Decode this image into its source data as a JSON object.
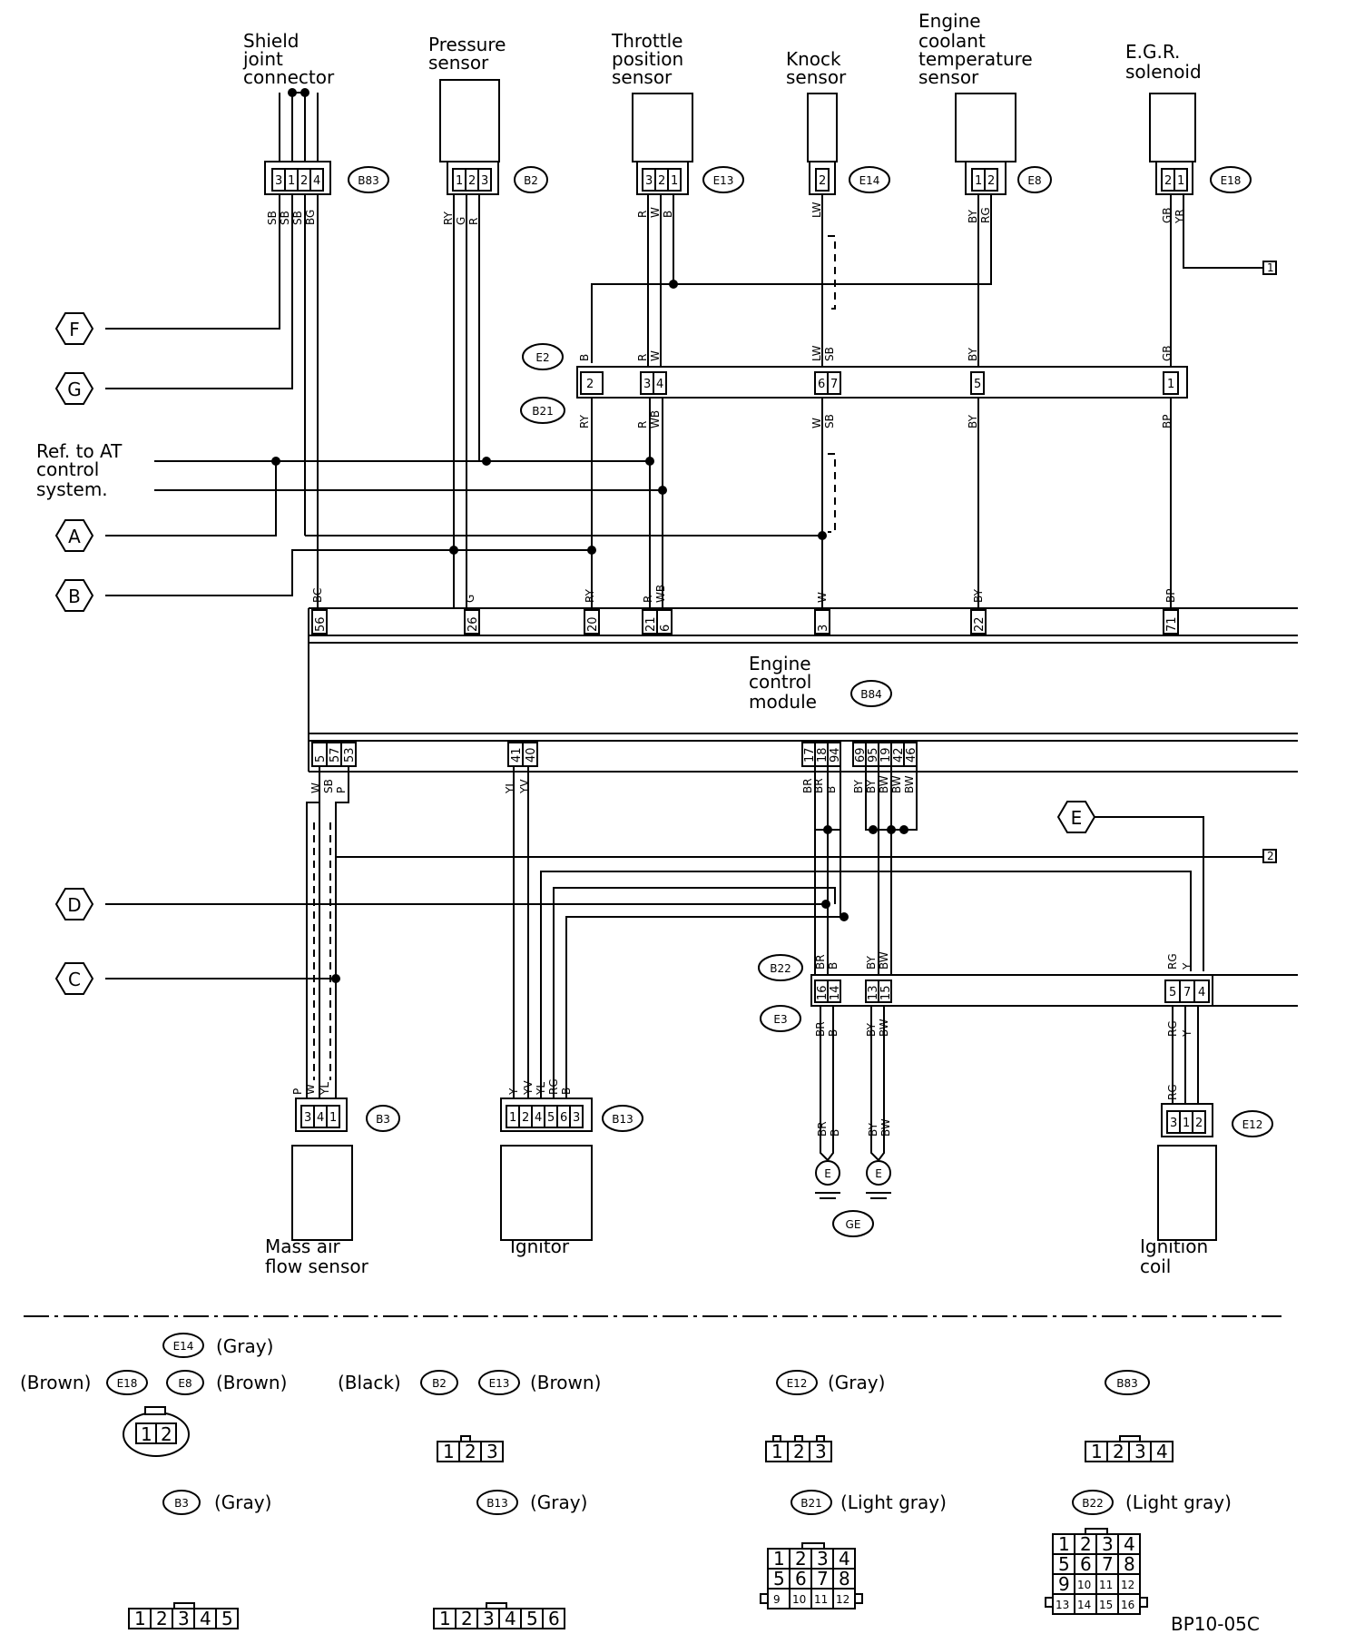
{
  "components": {
    "shield": [
      "Shield",
      "joint",
      "connector"
    ],
    "pressure": [
      "Pressure",
      "sensor"
    ],
    "throttle": [
      "Throttle",
      "position",
      "sensor"
    ],
    "knock": [
      "Knock",
      "sensor"
    ],
    "coolant": [
      "Engine",
      "coolant",
      "temperature",
      "sensor"
    ],
    "egr": [
      "E.G.R.",
      "solenoid"
    ],
    "ecm": [
      "Engine",
      "control",
      "module"
    ],
    "maf": [
      "Mass air",
      "flow sensor"
    ],
    "ignitor": [
      "Ignitor"
    ],
    "coil": [
      "Ignition",
      "coil"
    ],
    "ref_at": [
      "Ref. to AT",
      "control",
      "system."
    ]
  },
  "connector_ids": {
    "b83": "B83",
    "b2": "B2",
    "e13": "E13",
    "e14": "E14",
    "e8": "E8",
    "e18": "E18",
    "e2": "E2",
    "b21": "B21",
    "b84": "B84",
    "b22": "B22",
    "e3": "E3",
    "b3": "B3",
    "b13": "B13",
    "e12": "E12",
    "ge": "GE"
  },
  "off_page": {
    "f": "F",
    "g": "G",
    "a": "A",
    "b": "B",
    "d": "D",
    "c": "C",
    "e": "E"
  },
  "refs": {
    "r1": "1",
    "r2": "2"
  },
  "ground": "E",
  "pins": {
    "b83": [
      "3",
      "1",
      "2",
      "4"
    ],
    "b2": [
      "1",
      "2",
      "3"
    ],
    "e13": [
      "3",
      "2",
      "1"
    ],
    "e14": [
      "2"
    ],
    "e8": [
      "1",
      "2"
    ],
    "e18": [
      "2",
      "1"
    ],
    "e2row": [
      "2",
      "3",
      "4",
      "6",
      "7",
      "5",
      "1"
    ],
    "ecm_top": [
      "56",
      "26",
      "20",
      "21",
      "6",
      "3",
      "22",
      "71"
    ],
    "ecm_bottom": [
      "5",
      "57",
      "53",
      "41",
      "40",
      "17",
      "18",
      "94",
      "69",
      "95",
      "19",
      "42",
      "46"
    ],
    "b22row": [
      "16",
      "14",
      "13",
      "15",
      "5",
      "7",
      "4"
    ],
    "b3": [
      "3",
      "4",
      "1"
    ],
    "b13": [
      "1",
      "2",
      "4",
      "5",
      "6",
      "3"
    ],
    "e12": [
      "3",
      "1",
      "2"
    ]
  },
  "wire_codes": {
    "b83": [
      "SB",
      "SB",
      "SB",
      "BG"
    ],
    "b2": [
      "RY",
      "G",
      "R"
    ],
    "e13": [
      "R",
      "W",
      "B"
    ],
    "e14": [
      "LW"
    ],
    "e8": [
      "BY",
      "RG"
    ],
    "e18": [
      "GB",
      "YR"
    ],
    "e2": [
      "B",
      "R",
      "W",
      "LW",
      "SB",
      "BY",
      "GB"
    ],
    "b21": [
      "RY",
      "R",
      "WB",
      "W",
      "SB",
      "BY",
      "BP"
    ],
    "ecm_top": [
      "BC",
      "G",
      "RY",
      "R",
      "WB",
      "W",
      "BY",
      "BP"
    ],
    "ecm_bottom": [
      "W",
      "SB",
      "P",
      "YL",
      "YV",
      "BR",
      "BR",
      "B",
      "BY",
      "BY",
      "BW",
      "BW",
      "BW"
    ],
    "b22": [
      "BR",
      "B",
      "BY",
      "BW",
      "RG",
      "Y"
    ],
    "e3": [
      "BR",
      "B",
      "BY",
      "BW",
      "RG",
      "Y"
    ],
    "b3": [
      "P",
      "W",
      "YL"
    ],
    "b13": [
      "Y",
      "YV",
      "YL",
      "RG",
      "B"
    ],
    "e12": [
      "RG"
    ],
    "ground": [
      "BR",
      "B",
      "BY",
      "BW"
    ]
  },
  "legend": {
    "e14": {
      "id": "E14",
      "color": "(Gray)"
    },
    "e18": {
      "id": "E18",
      "color": "(Brown)"
    },
    "e8": {
      "id": "E8",
      "color": "(Brown)"
    },
    "b2": {
      "id": "B2",
      "color": "(Black)"
    },
    "e13": {
      "id": "E13",
      "color": "(Brown)"
    },
    "e12": {
      "id": "E12",
      "color": "(Gray)"
    },
    "b83": {
      "id": "B83"
    },
    "b3": {
      "id": "B3",
      "color": "(Gray)"
    },
    "b13": {
      "id": "B13",
      "color": "(Gray)"
    },
    "b21": {
      "id": "B21",
      "color": "(Light gray)"
    },
    "b22": {
      "id": "B22",
      "color": "(Light gray)"
    }
  },
  "layouts": {
    "l12": [
      "1",
      "2"
    ],
    "l123": [
      "1",
      "2",
      "3"
    ],
    "l1234": [
      "1",
      "2",
      "3",
      "4"
    ],
    "l12345": [
      "1",
      "2",
      "3",
      "4",
      "5"
    ],
    "l123456": [
      "1",
      "2",
      "3",
      "4",
      "5",
      "6"
    ],
    "l12grid": [
      "1",
      "2",
      "3",
      "4",
      "5",
      "6",
      "7",
      "8",
      "9",
      "10",
      "11",
      "12"
    ],
    "l16grid": [
      "1",
      "2",
      "3",
      "4",
      "5",
      "6",
      "7",
      "8",
      "9",
      "10",
      "11",
      "12",
      "13",
      "14",
      "15",
      "16"
    ]
  },
  "diagram_code": "BP10-05C"
}
